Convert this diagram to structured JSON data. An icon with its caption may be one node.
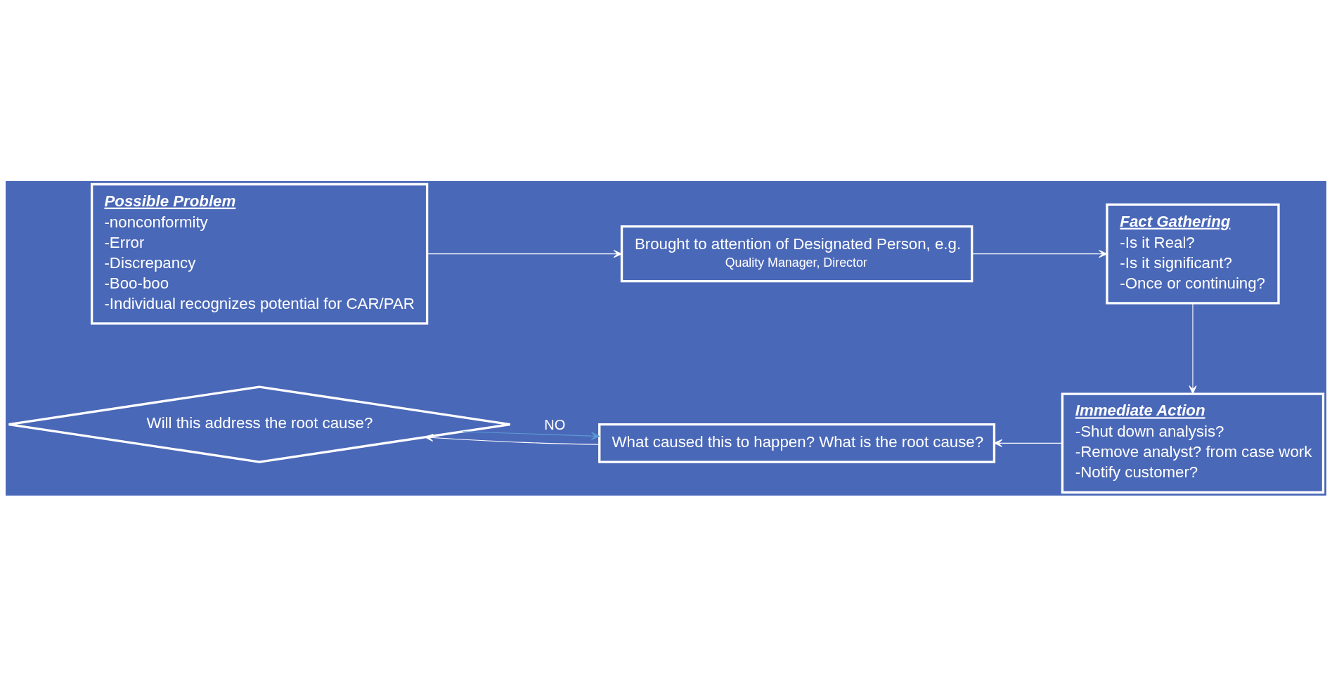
{
  "diagram": {
    "nodes": [
      {
        "text": [
          "Possible Problem",
          "-nonconformity",
          "-Error",
          "-Discrepancy",
          "-Boo-boo",
          "-Individual recognizes potential for CAR/PAR"
        ]
      },
      {
        "text": [
          "Brought to attention of Designated Person, e.g.",
          "Quality Manager, Director"
        ]
      },
      {
        "text": [
          "Fact Gathering",
          "-Is it Real?",
          "-Is it significant?",
          "-Once or continuing?"
        ]
      },
      {
        "text": [
          "Immediate Action",
          "-Shut down analysis?",
          "-Remove analyst? from case work",
          "-Notify customer?"
        ]
      },
      {
        "text": [
          "What caused this to happen? What is the root cause?"
        ]
      },
      {
        "text": [
          "Will this address the root cause?"
        ]
      }
    ],
    "edges": [
      {
        "from": 0,
        "to": 1,
        "arrow": "to"
      },
      {
        "from": 1,
        "to": 2,
        "arrow": "to"
      },
      {
        "from": 2,
        "to": 3,
        "arrow": "to"
      },
      {
        "from": 3,
        "to": 4,
        "arrow": "to"
      },
      {
        "from": 4,
        "to": 5,
        "arrow": "to"
      },
      {
        "from": 5,
        "to": 4,
        "arrow": "to",
        "label": "NO",
        "color": "#5b9bd5"
      }
    ]
  }
}
